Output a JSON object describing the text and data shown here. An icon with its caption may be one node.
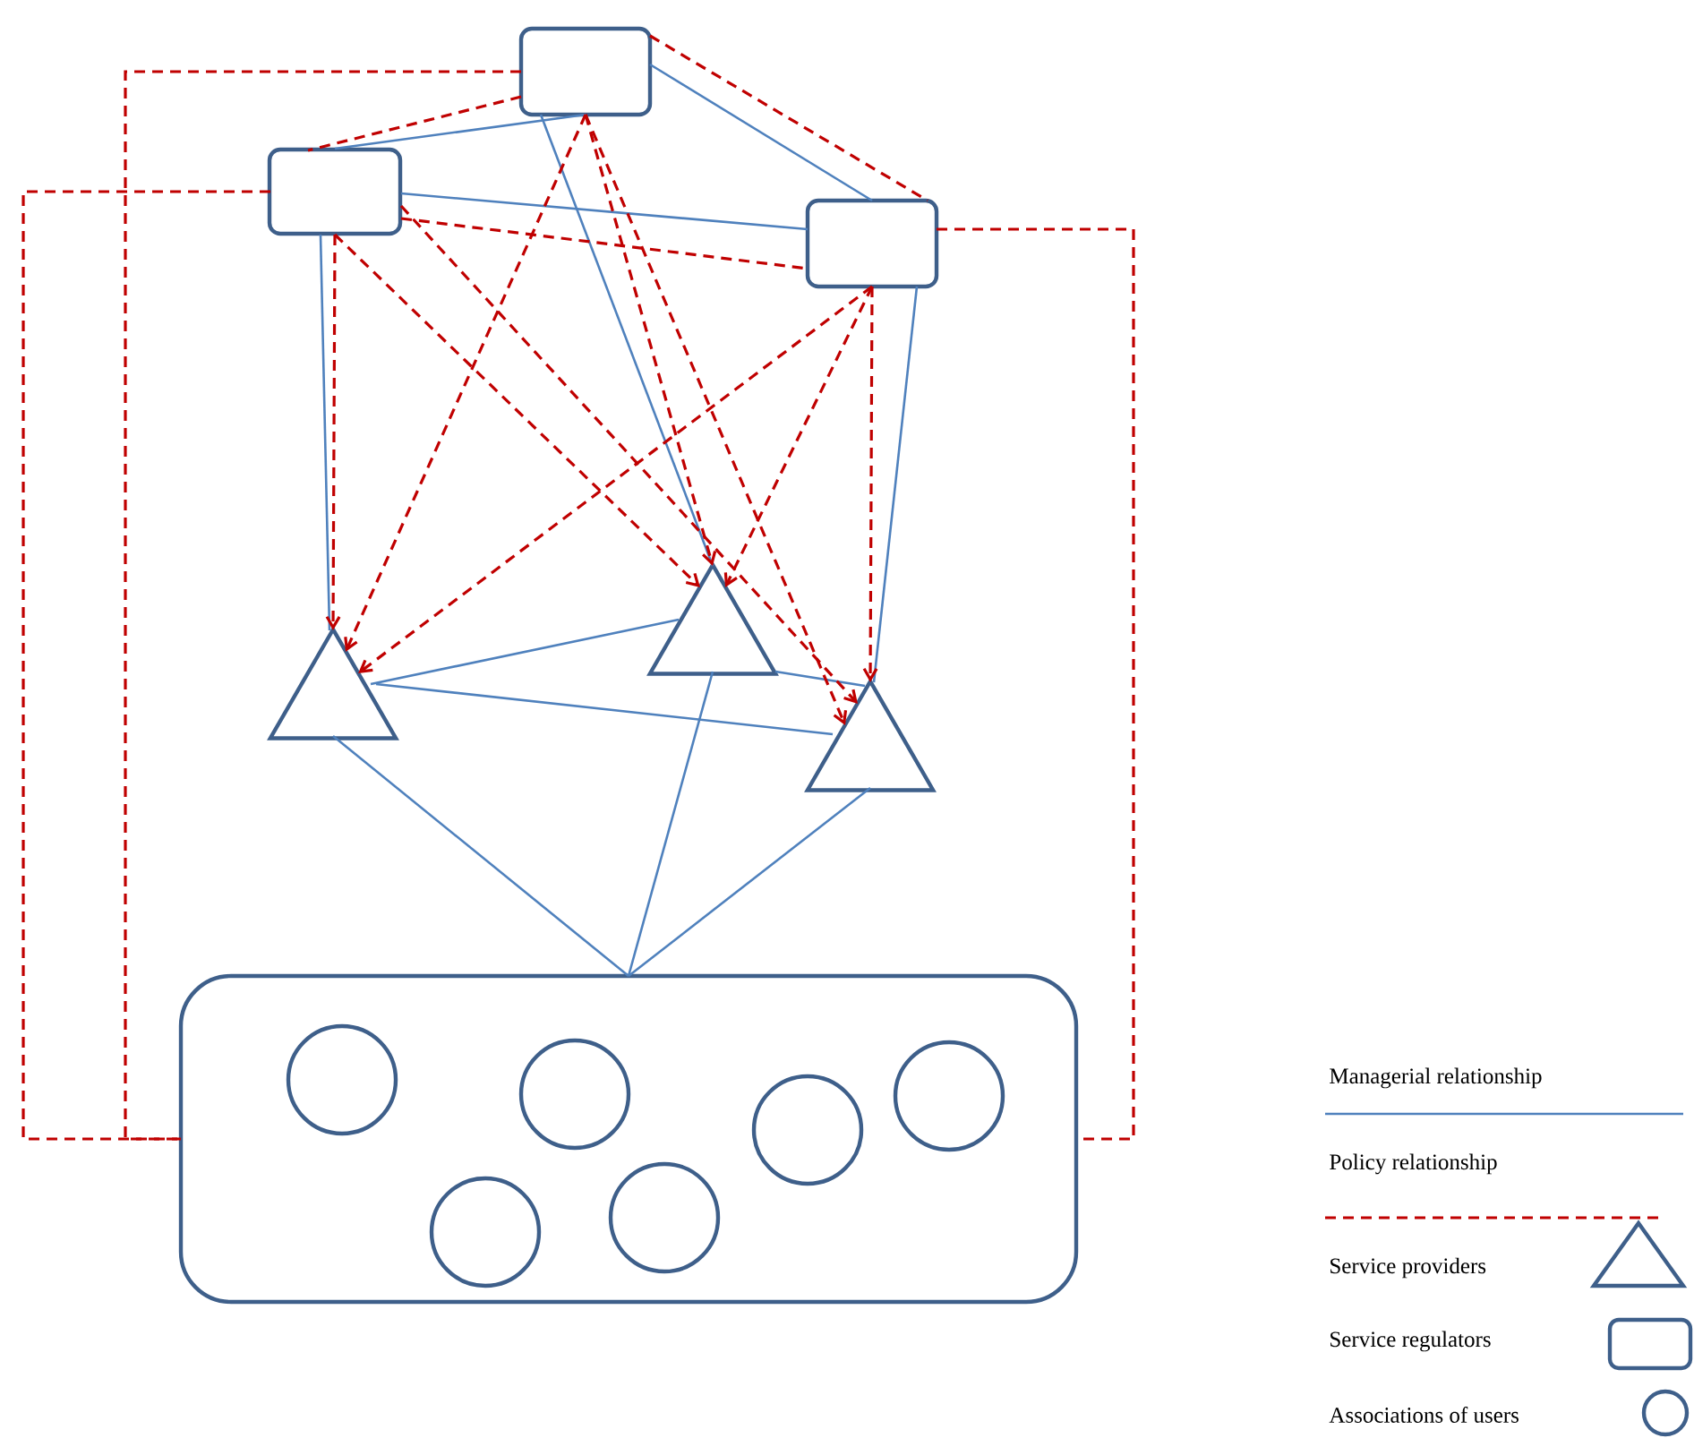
{
  "diagram": {
    "nodes": [
      {
        "text": [],
        "shape": "box"
      },
      {
        "text": [],
        "shape": "box"
      },
      {
        "text": [],
        "shape": "box"
      },
      {
        "text": [],
        "shape": "triangle"
      },
      {
        "text": [],
        "shape": "triangle"
      },
      {
        "text": [],
        "shape": "triangle"
      },
      {
        "text": [],
        "shape": "box"
      },
      {
        "text": [],
        "shape": "circle",
        "in": 6
      },
      {
        "text": [],
        "shape": "circle",
        "in": 6
      },
      {
        "text": [],
        "shape": "circle",
        "in": 6
      },
      {
        "text": [],
        "shape": "circle",
        "in": 6
      },
      {
        "text": [],
        "shape": "circle",
        "in": 6
      },
      {
        "text": [],
        "shape": "circle",
        "in": 6
      }
    ],
    "edges": [
      {
        "from": 0,
        "to": 1,
        "arrow": "none",
        "color": "#4f81bd"
      },
      {
        "from": 0,
        "to": 2,
        "arrow": "none",
        "color": "#4f81bd"
      },
      {
        "from": 1,
        "to": 2,
        "arrow": "none",
        "color": "#4f81bd"
      },
      {
        "from": 0,
        "to": 3,
        "arrow": "none",
        "color": "#4f81bd"
      },
      {
        "from": 1,
        "to": 4,
        "arrow": "none",
        "color": "#4f81bd"
      },
      {
        "from": 2,
        "to": 5,
        "arrow": "none",
        "color": "#4f81bd"
      },
      {
        "from": 4,
        "to": 3,
        "arrow": "none",
        "color": "#4f81bd"
      },
      {
        "from": 4,
        "to": 5,
        "arrow": "none",
        "color": "#4f81bd"
      },
      {
        "from": 3,
        "to": 5,
        "arrow": "none",
        "color": "#4f81bd"
      },
      {
        "from": 4,
        "to": 6,
        "arrow": "none",
        "color": "#4f81bd"
      },
      {
        "from": 3,
        "to": 6,
        "arrow": "none",
        "color": "#4f81bd"
      },
      {
        "from": 5,
        "to": 6,
        "arrow": "none",
        "color": "#4f81bd"
      },
      {
        "from": 0,
        "to": 1,
        "arrow": "none",
        "style": "dashed"
      },
      {
        "from": 0,
        "to": 2,
        "arrow": "none",
        "style": "dashed"
      },
      {
        "from": 1,
        "to": 2,
        "arrow": "none",
        "style": "dashed"
      },
      {
        "from": 0,
        "to": 4,
        "arrow": "to",
        "style": "dashed"
      },
      {
        "from": 0,
        "to": 3,
        "arrow": "to",
        "style": "dashed"
      },
      {
        "from": 0,
        "to": 5,
        "arrow": "to",
        "style": "dashed"
      },
      {
        "from": 1,
        "to": 4,
        "arrow": "to",
        "style": "dashed"
      },
      {
        "from": 1,
        "to": 3,
        "arrow": "to",
        "style": "dashed"
      },
      {
        "from": 1,
        "to": 5,
        "arrow": "to",
        "style": "dashed"
      },
      {
        "from": 2,
        "to": 4,
        "arrow": "to",
        "style": "dashed"
      },
      {
        "from": 2,
        "to": 3,
        "arrow": "to",
        "style": "dashed"
      },
      {
        "from": 2,
        "to": 5,
        "arrow": "to",
        "style": "dashed"
      },
      {
        "from": 0,
        "to": 6,
        "arrow": "none",
        "style": "dashed"
      },
      {
        "from": 1,
        "to": 6,
        "arrow": "none",
        "style": "dashed"
      },
      {
        "from": 2,
        "to": 6,
        "arrow": "none",
        "style": "dashed"
      }
    ],
    "legend": [
      {
        "text": "Managerial relationship"
      },
      {
        "text": "Policy relationship"
      },
      {
        "text": "Service providers"
      },
      {
        "text": "Service regulators"
      },
      {
        "text": "Associations of users"
      }
    ]
  }
}
